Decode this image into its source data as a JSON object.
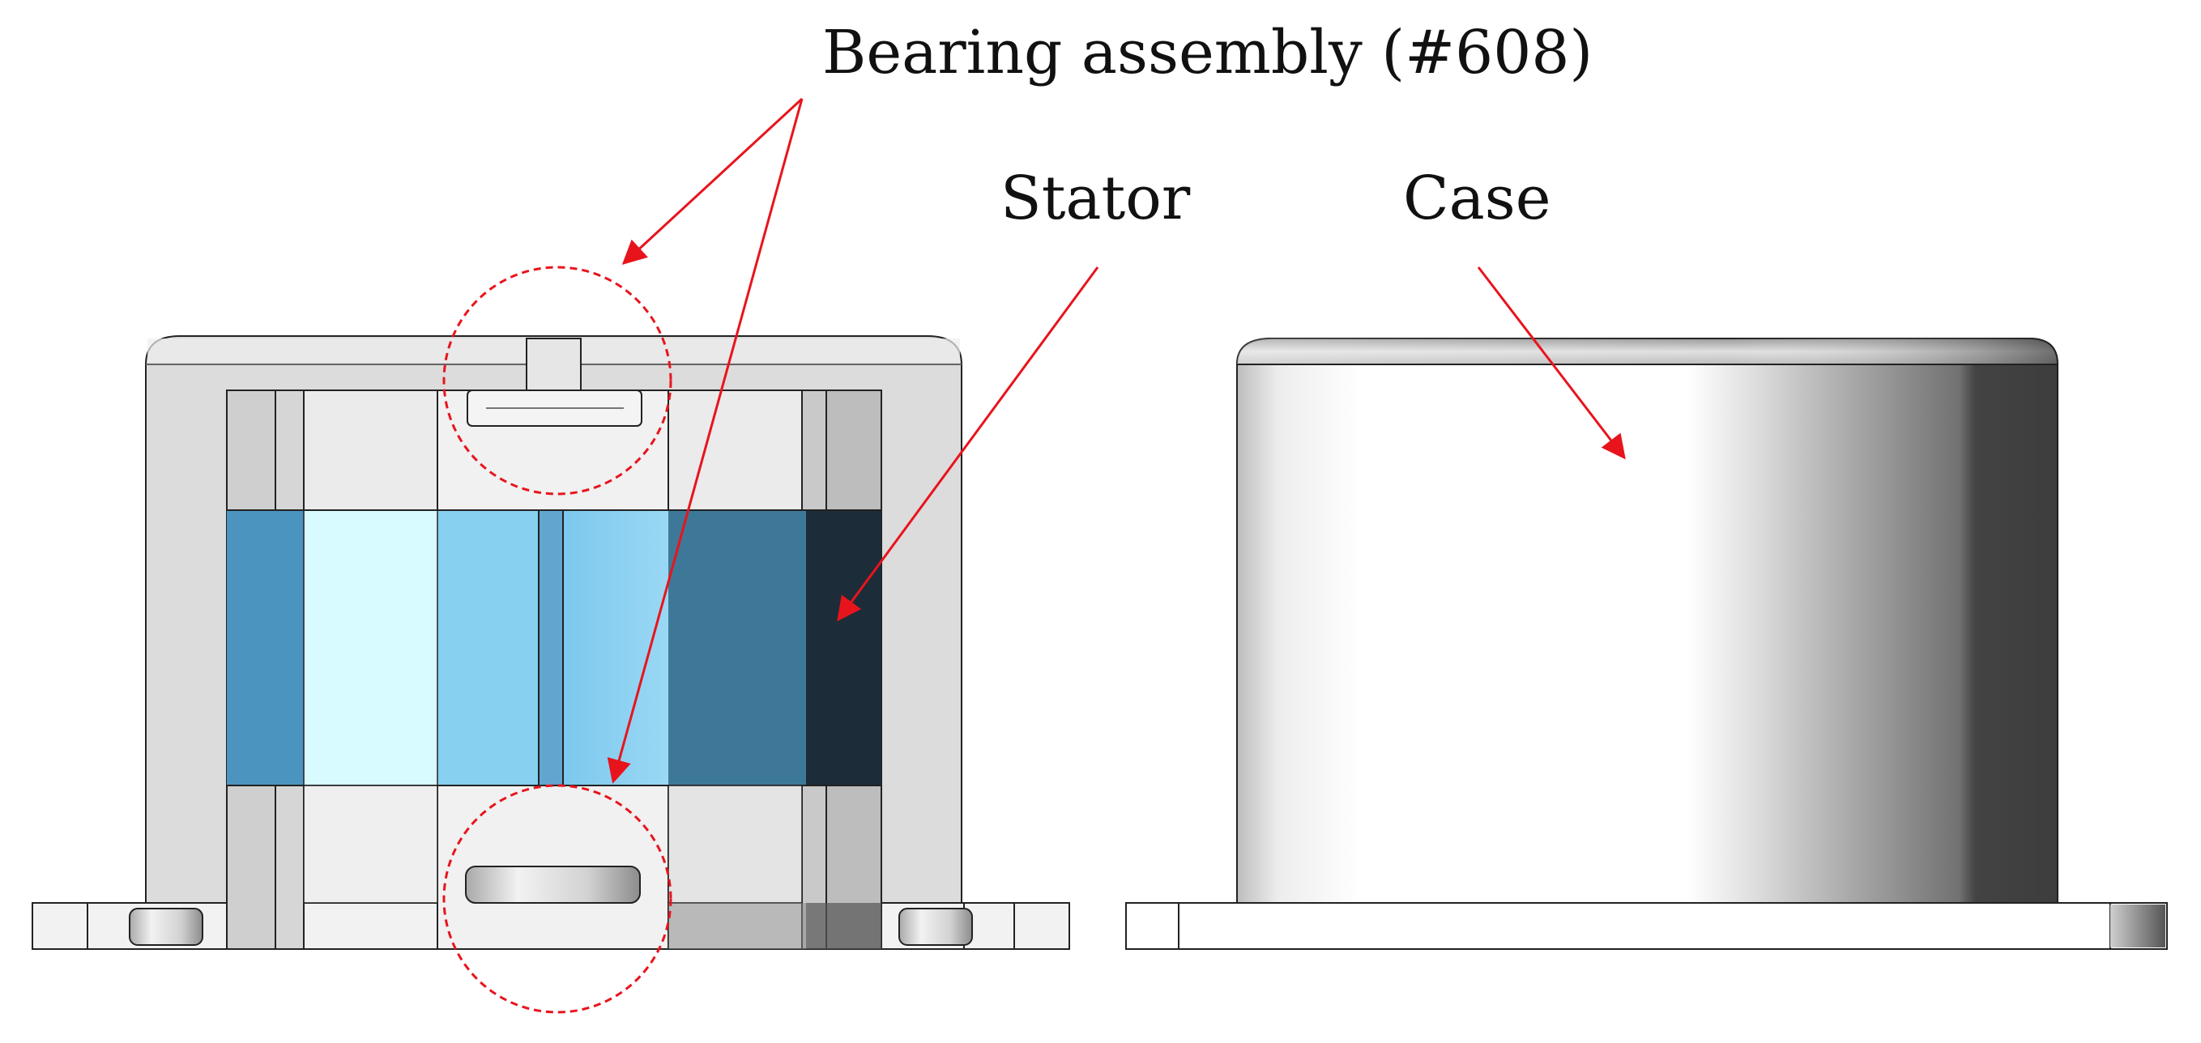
{
  "labels": {
    "bearing": "Bearing assembly (#608)",
    "stator": "Stator",
    "case": "Case"
  },
  "colors": {
    "annotation": "#e8141c",
    "stator_dark": "#3e7898",
    "stator_mid": "#54a0cc",
    "stator_light": "#d8fbff",
    "stator_sky": "#88d0f0",
    "stator_shadow": "#1c2c38",
    "housing": "#dcdcdc",
    "case_dark": "#3f3f3f"
  }
}
